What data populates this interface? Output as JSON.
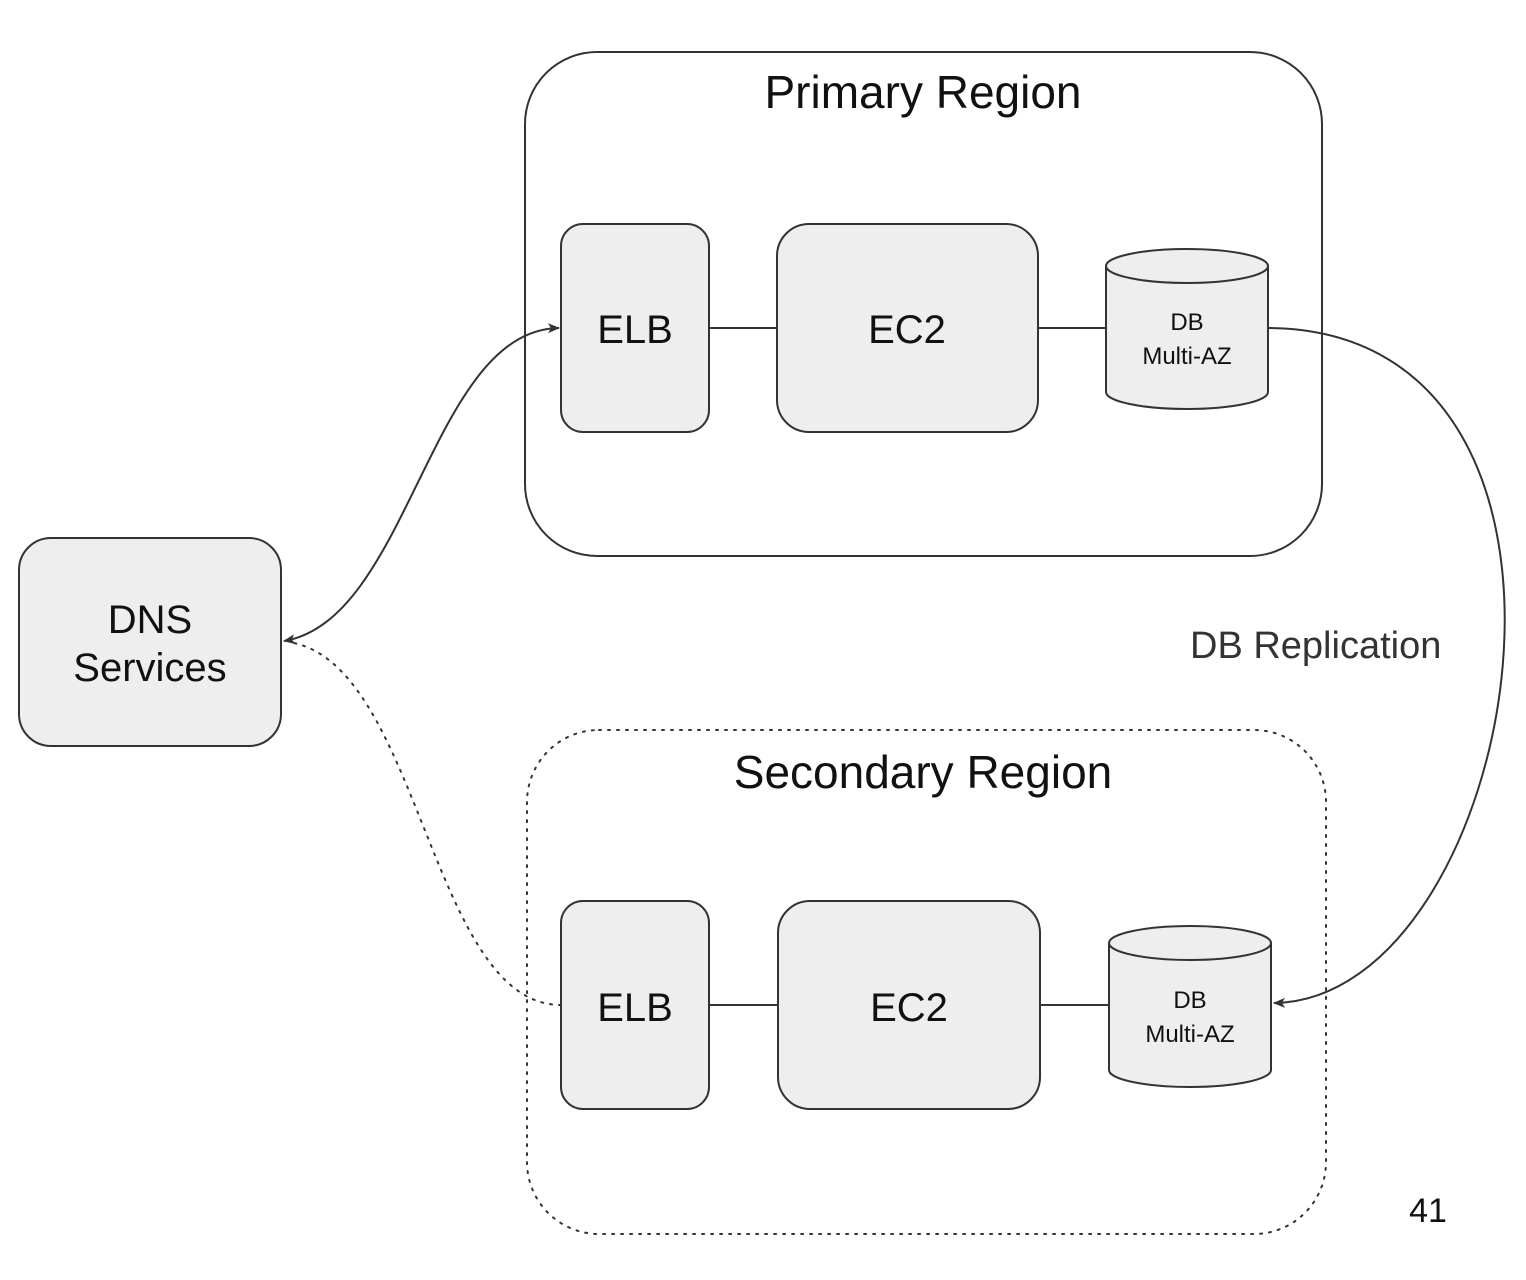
{
  "diagram": {
    "primary_region": {
      "title": "Primary Region",
      "elb": "ELB",
      "ec2": "EC2",
      "db": {
        "line1": "DB",
        "line2": "Multi-AZ"
      }
    },
    "secondary_region": {
      "title": "Secondary Region",
      "elb": "ELB",
      "ec2": "EC2",
      "db": {
        "line1": "DB",
        "line2": "Multi-AZ"
      }
    },
    "dns": {
      "line1": "DNS",
      "line2": "Services"
    },
    "replication_label": "DB Replication",
    "page_number": "41"
  },
  "colors": {
    "node_fill": "#eeeeee",
    "stroke": "#333333",
    "text": "#111111"
  }
}
